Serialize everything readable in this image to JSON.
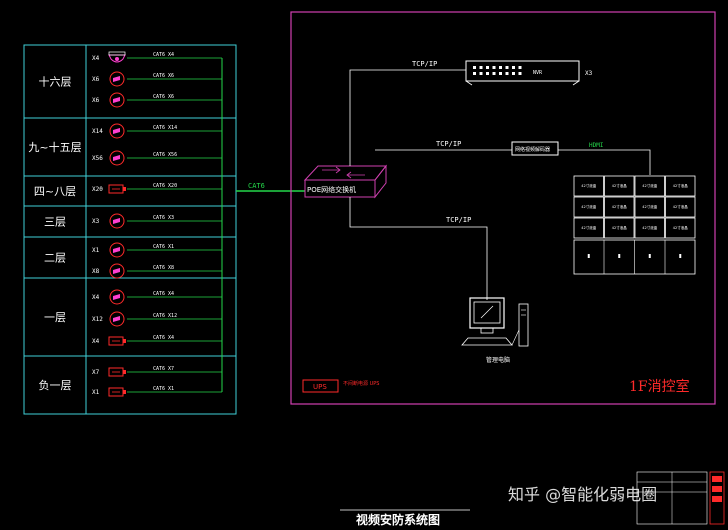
{
  "floors": [
    {
      "label": "十六层",
      "devices": [
        {
          "qty": "X4",
          "cable": "CAT6 X4",
          "kind": "dome"
        },
        {
          "qty": "X6",
          "cable": "CAT6 X6",
          "kind": "bullet"
        },
        {
          "qty": "X6",
          "cable": "CAT6 X6",
          "kind": "bullet"
        }
      ]
    },
    {
      "label": "九~十五层",
      "devices": [
        {
          "qty": "X14",
          "cable": "CAT6 X14",
          "kind": "bullet"
        },
        {
          "qty": "X56",
          "cable": "CAT6 X56",
          "kind": "bullet"
        }
      ]
    },
    {
      "label": "四~八层",
      "devices": [
        {
          "qty": "X20",
          "cable": "CAT6 X20",
          "kind": "box"
        }
      ]
    },
    {
      "label": "三层",
      "devices": [
        {
          "qty": "X3",
          "cable": "CAT6 X3",
          "kind": "bullet"
        }
      ]
    },
    {
      "label": "二层",
      "devices": [
        {
          "qty": "X1",
          "cable": "CAT6 X1",
          "kind": "bullet"
        },
        {
          "qty": "X8",
          "cable": "CAT6 X8",
          "kind": "bullet"
        }
      ]
    },
    {
      "label": "一层",
      "devices": [
        {
          "qty": "X4",
          "cable": "CAT6 X4",
          "kind": "bullet"
        },
        {
          "qty": "X12",
          "cable": "CAT6 X12",
          "kind": "bullet"
        },
        {
          "qty": "X4",
          "cable": "CAT6 X4",
          "kind": "box"
        }
      ]
    },
    {
      "label": "负一层",
      "devices": [
        {
          "qty": "X7",
          "cable": "CAT6 X7",
          "kind": "box"
        },
        {
          "qty": "X1",
          "cable": "CAT6 X1",
          "kind": "box"
        }
      ]
    }
  ],
  "trunk_label": "CAT6",
  "switch_label": "POE网络交换机",
  "links": {
    "nvr": "TCP/IP",
    "decoder": "TCP/IP",
    "pc": "TCP/IP",
    "hdmi": "HDMI"
  },
  "nvr": {
    "name": "NVR",
    "qty": "X3"
  },
  "decoder_label": "网络视频解码器",
  "monitor_cells": [
    "42寸液晶",
    "42寸液晶",
    "42寸液晶",
    "42寸液晶",
    "42寸液晶",
    "42寸液晶",
    "42寸液晶",
    "42寸液晶",
    "42寸液晶",
    "42寸液晶",
    "42寸液晶",
    "42寸液晶"
  ],
  "pc_label": "管理电脑",
  "ups_label": "UPS",
  "ups_note": "不间断电源 UPS",
  "room_label": "1F消控室",
  "diagram_title": "视频安防系统图",
  "watermark": "知乎 @智能化弱电圈",
  "colors": {
    "frame": "#3fd0d8",
    "room_frame": "#d040b0",
    "wire": "#24d84a",
    "magenta": "#ff3fd0",
    "red": "#ff2a2a",
    "line": "#ffffff"
  }
}
